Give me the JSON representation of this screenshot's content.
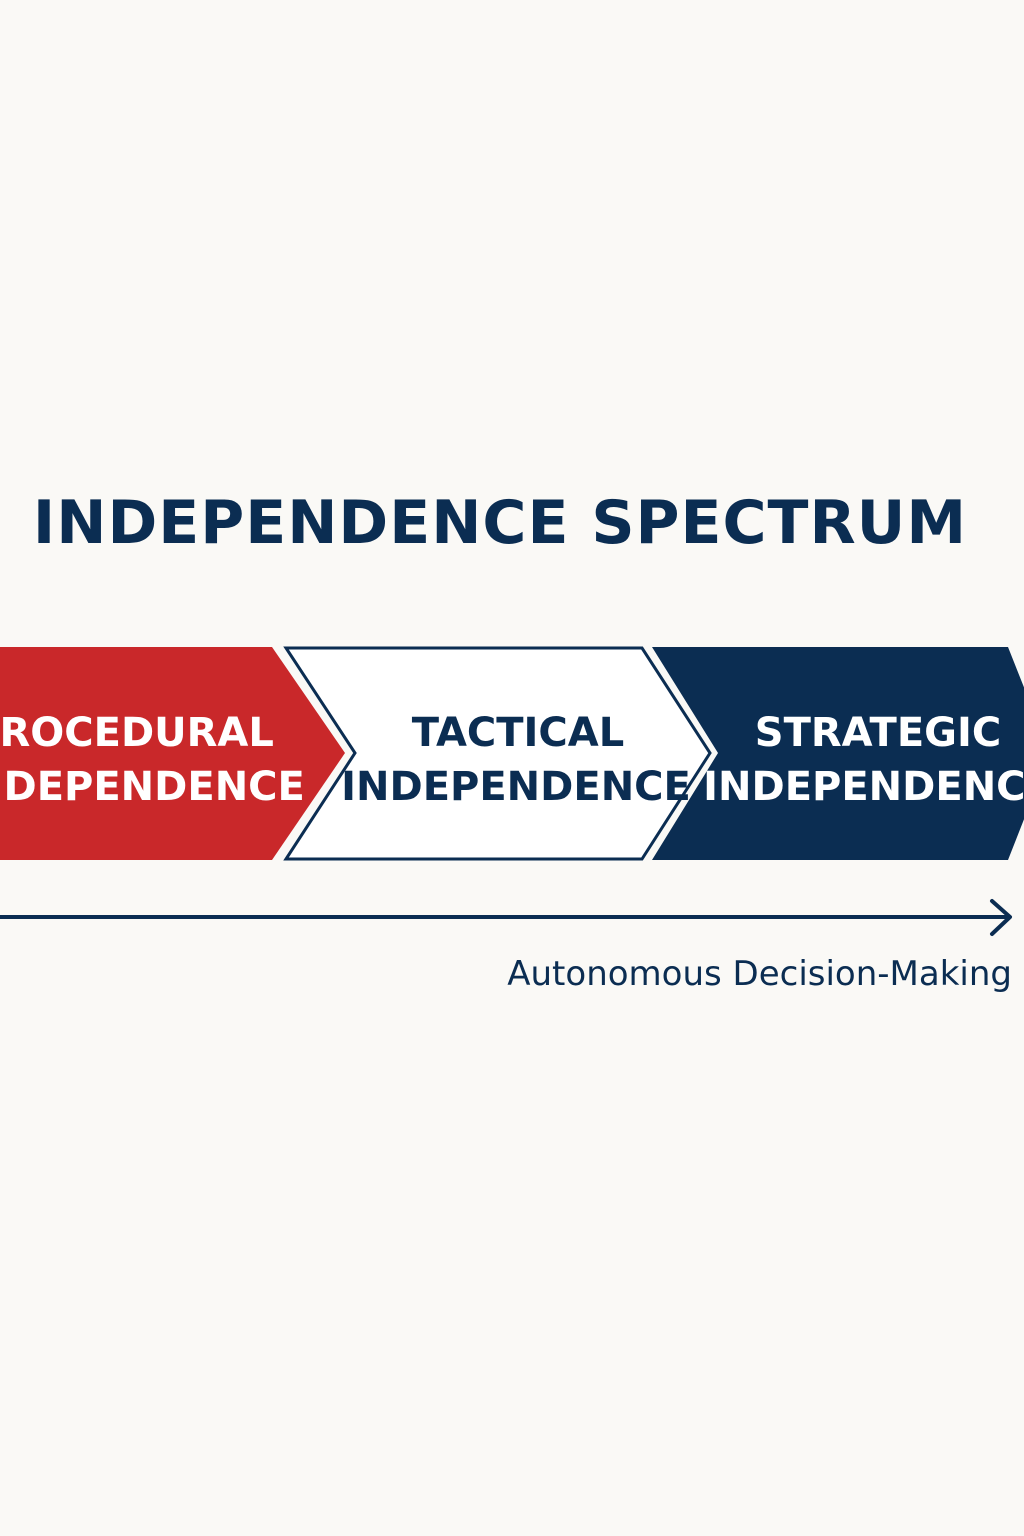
{
  "title": "INDEPENDENCE SPECTRUM",
  "colors": {
    "background": "#faf9f6",
    "red": "#c9282a",
    "navy": "#0b2d52",
    "white": "#ffffff"
  },
  "stages": [
    {
      "line1": "PROCEDURAL",
      "line2": "INDEPENDENCE",
      "fill": "#c9282a",
      "text_color": "#ffffff"
    },
    {
      "line1": "TACTICAL",
      "line2": "INDEPENDENCE",
      "fill": "#ffffff",
      "text_color": "#0b2d52"
    },
    {
      "line1": "STRATEGIC",
      "line2": "INDEPENDENCE",
      "fill": "#0b2d52",
      "text_color": "#ffffff"
    }
  ],
  "axis": {
    "label": "Autonomous Decision-Making",
    "direction_icon": "arrow-right-icon"
  }
}
